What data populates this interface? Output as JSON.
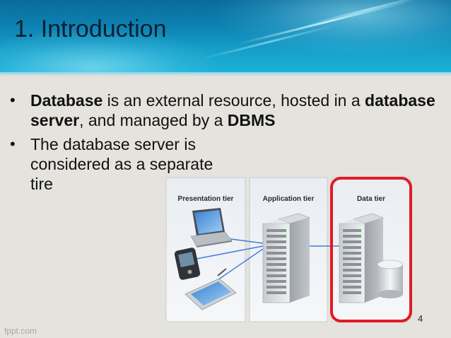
{
  "slide": {
    "title": "1. Introduction",
    "bullets": [
      {
        "parts": [
          {
            "text": "Database",
            "bold": true
          },
          {
            "text": " is an external resource, hosted in a ",
            "bold": false
          },
          {
            "text": "database server",
            "bold": true
          },
          {
            "text": ", and managed by a ",
            "bold": false
          },
          {
            "text": "DBMS",
            "bold": true
          }
        ]
      },
      {
        "parts": [
          {
            "text": "The database server is considered as a separate tire",
            "bold": false
          }
        ]
      }
    ],
    "page_number": "4",
    "footer": "fppt.com"
  },
  "diagram": {
    "tiers": [
      {
        "label": "Presentation tier"
      },
      {
        "label": "Application tier"
      },
      {
        "label": "Data tier"
      }
    ],
    "highlight_tier": "Data tier",
    "highlight_color": "#e01b24",
    "devices": [
      "laptop-icon",
      "pda-icon",
      "tablet-icon"
    ],
    "servers": [
      "application-server-icon",
      "database-server-icon",
      "database-cylinder-icon"
    ]
  },
  "colors": {
    "banner_dark": "#0a6b9a",
    "banner_light": "#1bb0d6",
    "background": "#e5e3dd",
    "title_text": "#0b1f33"
  }
}
